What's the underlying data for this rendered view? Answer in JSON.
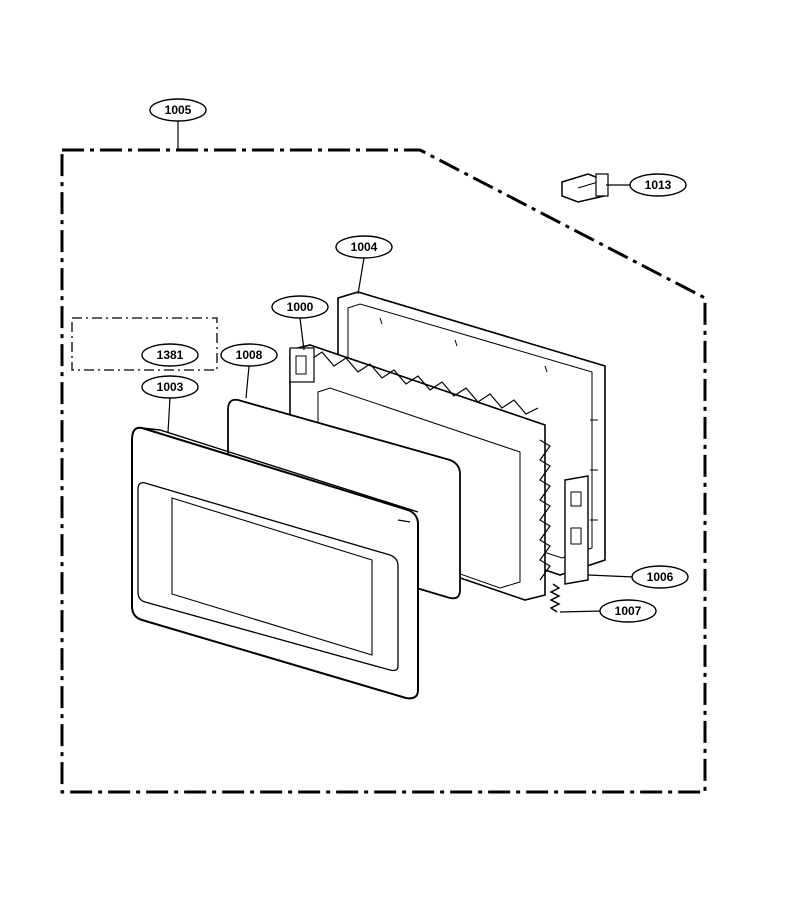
{
  "parts": [
    {
      "id": "1005",
      "label": "1005"
    },
    {
      "id": "1013",
      "label": "1013"
    },
    {
      "id": "1004",
      "label": "1004"
    },
    {
      "id": "1000",
      "label": "1000"
    },
    {
      "id": "1381",
      "label": "1381"
    },
    {
      "id": "1008",
      "label": "1008"
    },
    {
      "id": "1003",
      "label": "1003"
    },
    {
      "id": "1006",
      "label": "1006"
    },
    {
      "id": "1007",
      "label": "1007"
    }
  ],
  "colors": {
    "line": "#000000",
    "background": "#ffffff"
  }
}
